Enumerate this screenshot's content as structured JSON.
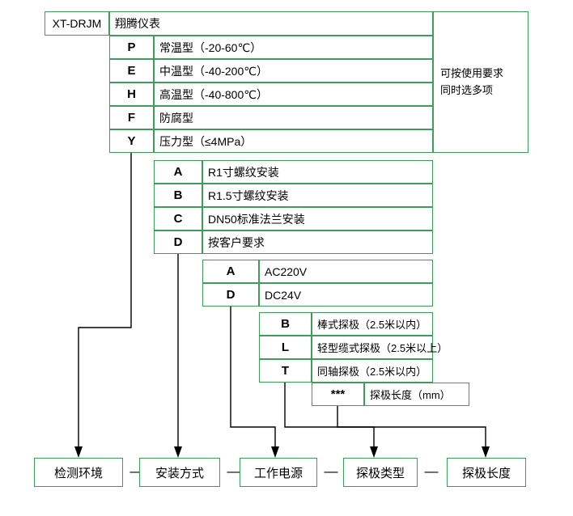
{
  "title_row": {
    "model": "XT-DRJM",
    "brand": "翔腾仪表",
    "note_line1": "可按使用要求",
    "note_line2": "同时选多项"
  },
  "group_environment": [
    {
      "code": "P",
      "desc": "常温型（-20-60℃）"
    },
    {
      "code": "E",
      "desc": "中温型（-40-200℃）"
    },
    {
      "code": "H",
      "desc": "高温型（-40-800℃）"
    },
    {
      "code": "F",
      "desc": "防腐型"
    },
    {
      "code": "Y",
      "desc": "压力型（≤4MPa）"
    }
  ],
  "group_mounting": [
    {
      "code": "A",
      "desc": "R1寸螺纹安装"
    },
    {
      "code": "B",
      "desc": "R1.5寸螺纹安装"
    },
    {
      "code": "C",
      "desc": "DN50标准法兰安装"
    },
    {
      "code": "D",
      "desc": "按客户要求"
    }
  ],
  "group_power": [
    {
      "code": "A",
      "desc": "AC220V"
    },
    {
      "code": "D",
      "desc": "DC24V"
    }
  ],
  "group_probe_type": [
    {
      "code": "B",
      "desc": "棒式探极（2.5米以内）"
    },
    {
      "code": "L",
      "desc": "轻型缆式探极（2.5米以上）"
    },
    {
      "code": "T",
      "desc": "同轴探极（2.5米以内）"
    }
  ],
  "group_probe_length": {
    "code": "***",
    "desc": "探极长度（mm）"
  },
  "legend": [
    {
      "label": "检测环境"
    },
    {
      "label": "安装方式"
    },
    {
      "label": "工作电源"
    },
    {
      "label": "探极类型"
    },
    {
      "label": "探极长度"
    }
  ],
  "separators": [
    "—",
    "—",
    "—",
    "—"
  ],
  "colors": {
    "border": "#3f9c5b",
    "line": "#000000",
    "background": "#ffffff"
  }
}
